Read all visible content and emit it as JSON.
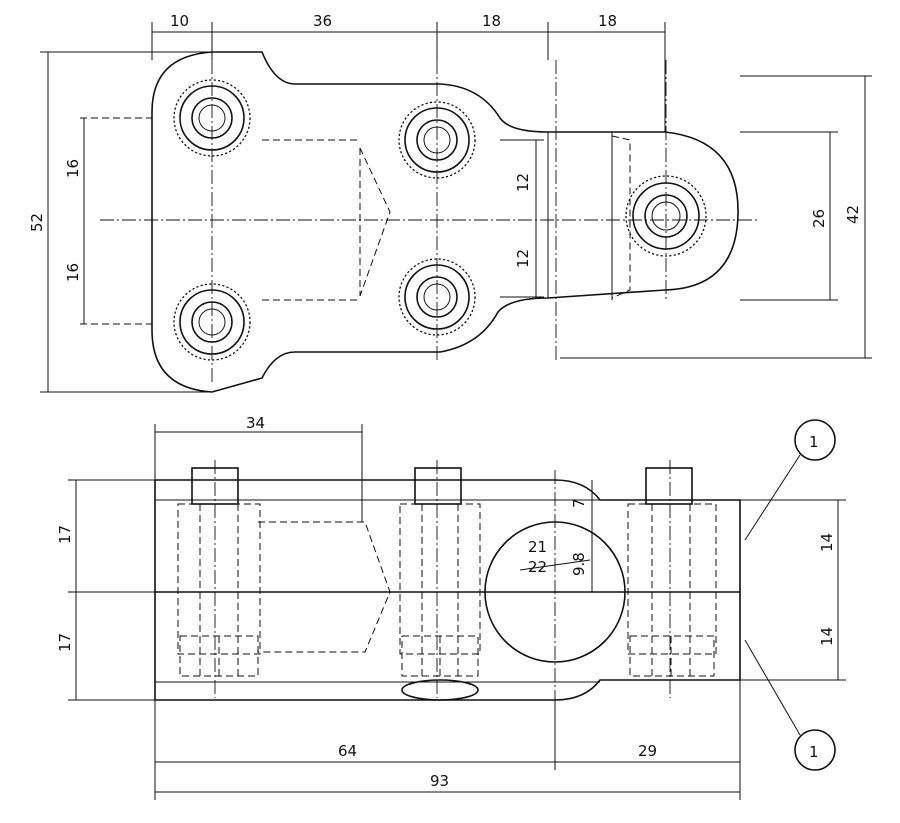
{
  "top_view": {
    "dims": {
      "w10": "10",
      "w36": "36",
      "w18a": "18",
      "w18b": "18",
      "h52": "52",
      "h16a": "16",
      "h16b": "16",
      "h12a": "12",
      "h12b": "12",
      "h26": "26",
      "h42": "42"
    }
  },
  "front_view": {
    "dims": {
      "w34": "34",
      "h17a": "17",
      "h17b": "17",
      "h14a": "14",
      "h14b": "14",
      "h7": "7",
      "d21": "21",
      "d22": "22",
      "h9_8": "9.8",
      "w64": "64",
      "w29": "29",
      "w93": "93"
    },
    "balloons": {
      "upper": "1",
      "lower": "1"
    }
  }
}
